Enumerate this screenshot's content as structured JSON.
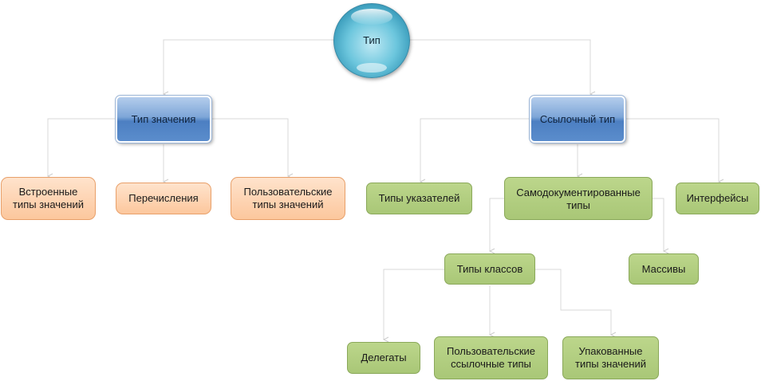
{
  "diagram": {
    "root": "Тип",
    "value_type": "Тип значения",
    "reference_type": "Ссылочный тип",
    "builtin_values": [
      "Встроенные",
      "типы значений"
    ],
    "enumerations": "Перечисления",
    "user_values": [
      "Пользовательские",
      "типы значений"
    ],
    "pointer_types": "Типы указателей",
    "self_describing": [
      "Самодокументированные",
      "типы"
    ],
    "interfaces": "Интерфейсы",
    "class_types": "Типы классов",
    "arrays": "Массивы",
    "delegates": "Делегаты",
    "user_reference": [
      "Пользовательские",
      "ссылочные типы"
    ],
    "boxed_values": [
      "Упакованные",
      "типы значений"
    ]
  },
  "colors": {
    "root": "#4fb4cf",
    "blue_box": "#5b8dcc",
    "orange_box": "#fcc79d",
    "green_box": "#a9c777",
    "connector": "#d9d9d9"
  }
}
